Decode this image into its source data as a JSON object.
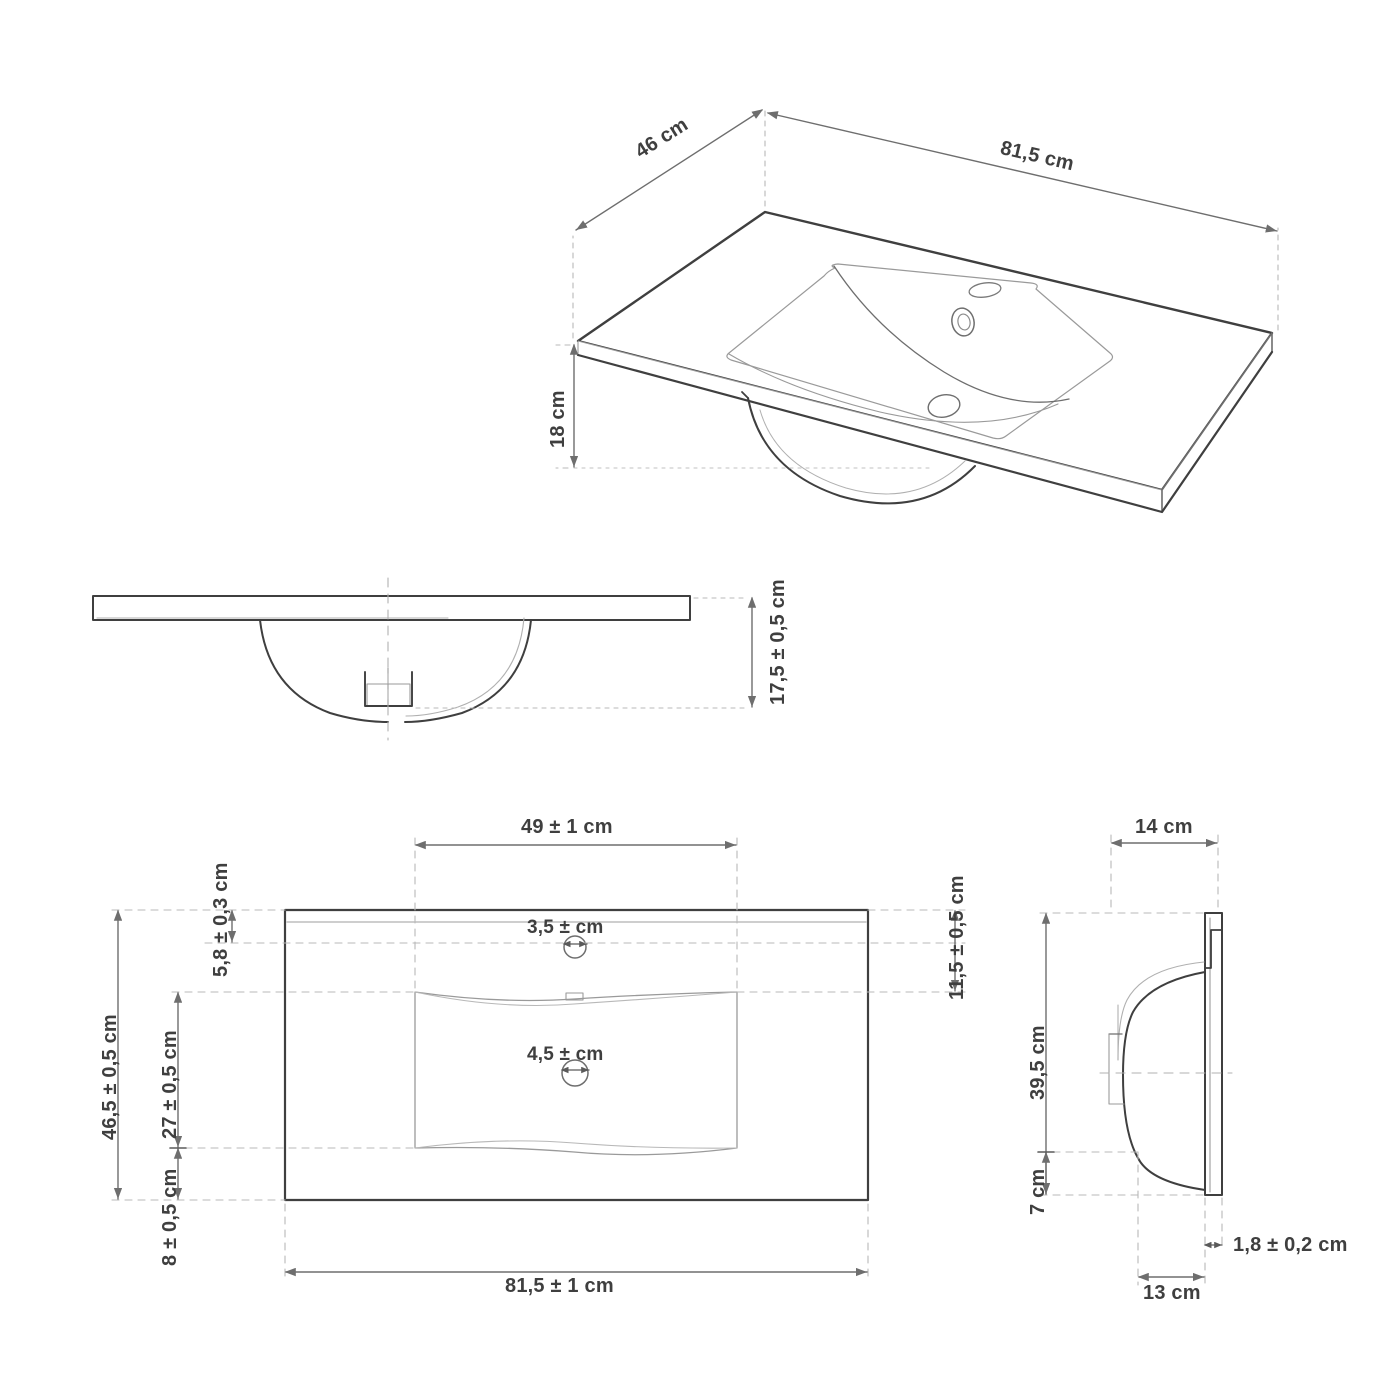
{
  "drawing": {
    "title": "Washbasin technical dimension drawing",
    "background_color": "#ffffff",
    "line_color": "#3f3f3f",
    "thin_line_color": "#8c8c8c",
    "dim_line_color": "#6e6e6e",
    "dash_color": "#9a9a9a"
  },
  "views": {
    "isometric": {
      "name": "isometric-view",
      "dimensions": {
        "width": "81,5 cm",
        "depth": "46 cm",
        "height": "18 cm"
      }
    },
    "section_front": {
      "name": "front-section-view",
      "dimensions": {
        "height": "17,5 ± 0,5 cm"
      }
    },
    "plan": {
      "name": "plan-view",
      "dimensions": {
        "basin_width": "49 ± 1 cm",
        "total_width": "81,5 ± 1 cm",
        "total_depth": "46,5 ± 0,5 cm",
        "basin_depth": "27 ± 0,5 cm",
        "front_margin": "8 ± 0,5 cm",
        "tap_hole_offset": "5,8 ± 0,3 cm",
        "right_margin": "11,5 ± 0,5 cm",
        "tap_hole_diameter": "3,5 ± cm",
        "drain_hole_diameter": "4,5 ± cm"
      }
    },
    "section_side": {
      "name": "side-section-view",
      "dimensions": {
        "top_width": "14 cm",
        "height": "39,5 cm",
        "bottom_height": "7 cm",
        "bottom_width": "13 cm",
        "rim_thickness": "1,8 ± 0,2 cm"
      }
    }
  }
}
